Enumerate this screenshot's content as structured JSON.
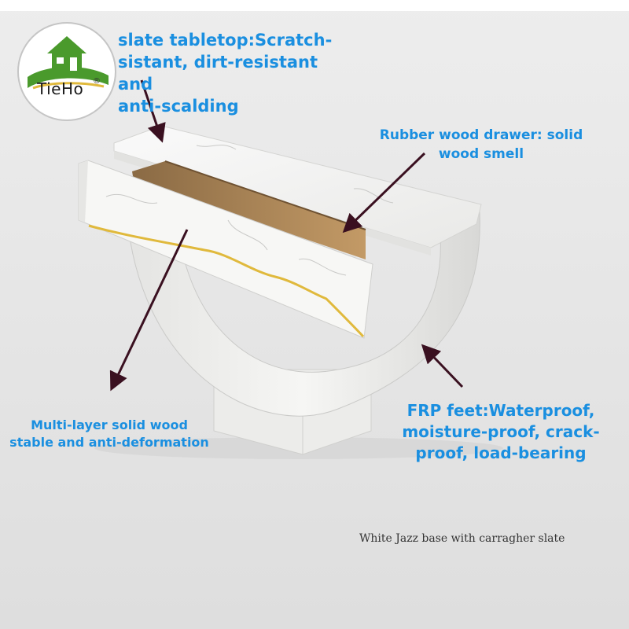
{
  "logo": {
    "text": "TieHo",
    "registered_mark": "®",
    "icon": "house-on-hill-icon"
  },
  "callouts": {
    "slate_tabletop": "slate tabletop:Scratch-\nsistant, dirt-resistant and\nanti-scalding",
    "rubber_drawer": "Rubber wood drawer: solid\nwood smell",
    "multi_layer": "Multi-layer solid wood\nstable and anti-deformation",
    "frp_feet": "FRP feet:Waterproof,\nmoisture-proof, crack-\nproof, load-bearing"
  },
  "caption": "White Jazz base with carragher slate",
  "colors": {
    "callout_text": "#1a8fe0",
    "background": "#e6e6e6",
    "marble": "#f4f4f2",
    "gold_vein": "#e0b93c",
    "arrow": "#3a1020",
    "logo_green": "#4a9a2c"
  }
}
